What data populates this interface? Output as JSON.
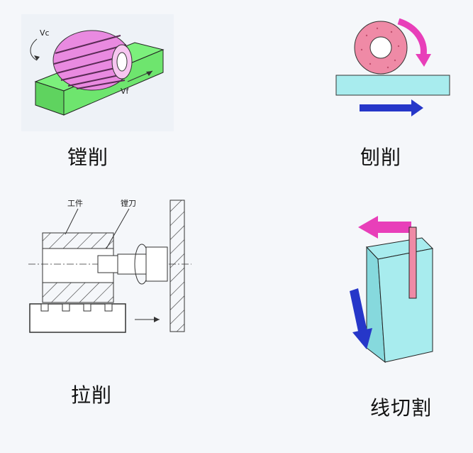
{
  "captions": {
    "boring": "镗削",
    "planing": "刨削",
    "broaching": "拉削",
    "wire_cutting": "线切割"
  },
  "labels": {
    "workpiece": "工件",
    "tool": "镗刀",
    "vc": "Vc",
    "vf": "Vf"
  },
  "colors": {
    "magenta": "#e98ae0",
    "green": "#7cf07c",
    "cyan": "#a8ecee",
    "pink_wheel": "#ef8aa6",
    "arrow_pink": "#e83fb9",
    "arrow_blue": "#2637c9"
  }
}
